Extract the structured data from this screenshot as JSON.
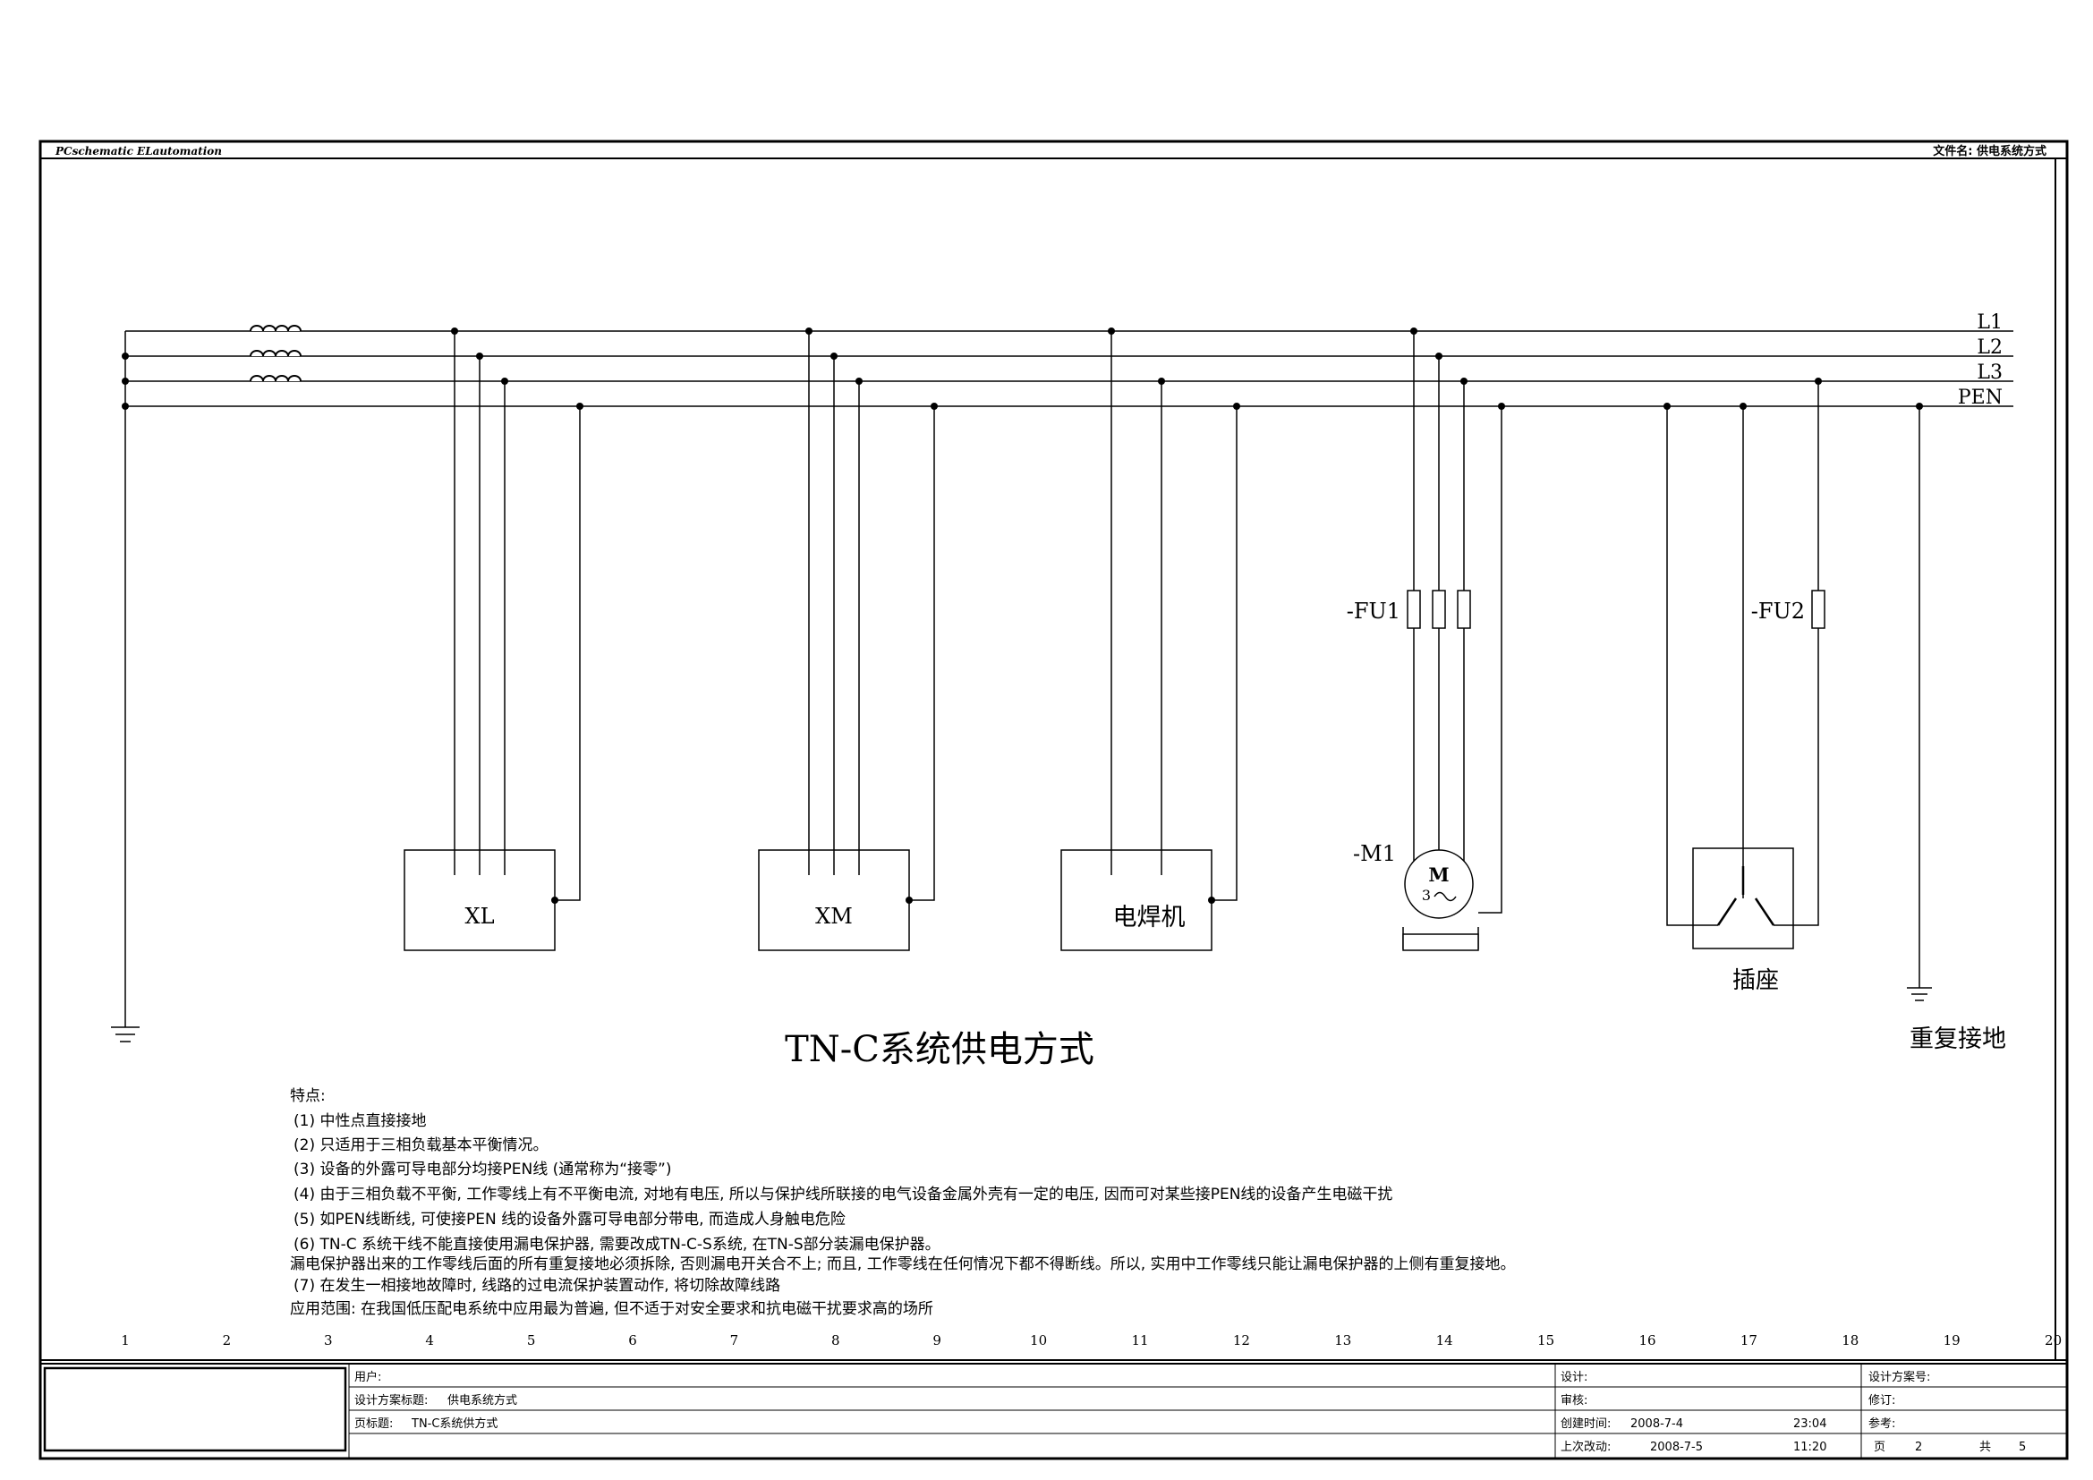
{
  "header": {
    "software": "PCschematic ELautomation",
    "filename": "文件名: 供电系统方式"
  },
  "bus": {
    "labels": [
      "L1",
      "L2",
      "L3",
      "PEN"
    ]
  },
  "devices": {
    "xl": "XL",
    "xm": "XM",
    "welder": "电焊机",
    "fu1": "-FU1",
    "fu2": "-FU2",
    "m1": "-M1",
    "motor_m": "M",
    "motor_phase": "3",
    "socket": "插座",
    "reground": "重复接地"
  },
  "diagram_title": "TN-C系统供电方式",
  "notes": {
    "heading": "特点:",
    "lines": [
      "(1) 中性点直接接地",
      "(2) 只适用于三相负载基本平衡情况。",
      "(3) 设备的外露可导电部分均接PEN线 (通常称为“接零”)",
      "(4) 由于三相负载不平衡, 工作零线上有不平衡电流, 对地有电压, 所以与保护线所联接的电气设备金属外壳有一定的电压, 因而可对某些接PEN线的设备产生电磁干扰",
      "(5) 如PEN线断线, 可使接PEN 线的设备外露可导电部分带电, 而造成人身触电危险",
      "(6) TN-C 系统干线不能直接使用漏电保护器, 需要改成TN-C-S系统, 在TN-S部分装漏电保护器。",
      "漏电保护器出来的工作零线后面的所有重复接地必须拆除, 否则漏电开关合不上; 而且, 工作零线在任何情况下都不得断线。所以, 实用中工作零线只能让漏电保护器的上侧有重复接地。",
      "(7) 在发生一相接地故障时, 线路的过电流保护装置动作, 将切除故障线路",
      "应用范围: 在我国低压配电系统中应用最为普遍, 但不适于对安全要求和抗电磁干扰要求高的场所"
    ]
  },
  "ruler": [
    "1",
    "2",
    "3",
    "4",
    "5",
    "6",
    "7",
    "8",
    "9",
    "10",
    "11",
    "12",
    "13",
    "14",
    "15",
    "16",
    "17",
    "18",
    "19",
    "20"
  ],
  "title_block": {
    "user_label": "用户:",
    "project_title_label": "设计方案标题:",
    "project_title": "供电系统方式",
    "page_title_label": "页标题:",
    "page_title": "TN-C系统供方式",
    "design_label": "设计:",
    "review_label": "审核:",
    "created_label": "创建时间:",
    "created_date": "2008-7-4",
    "created_time": "23:04",
    "modified_label": "上次改动:",
    "modified_date": "2008-7-5",
    "modified_time": "11:20",
    "project_no_label": "设计方案号:",
    "revision_label": "修订:",
    "reference_label": "参考:",
    "page_label": "页",
    "page_no": "2",
    "total_label": "共",
    "total": "5"
  }
}
